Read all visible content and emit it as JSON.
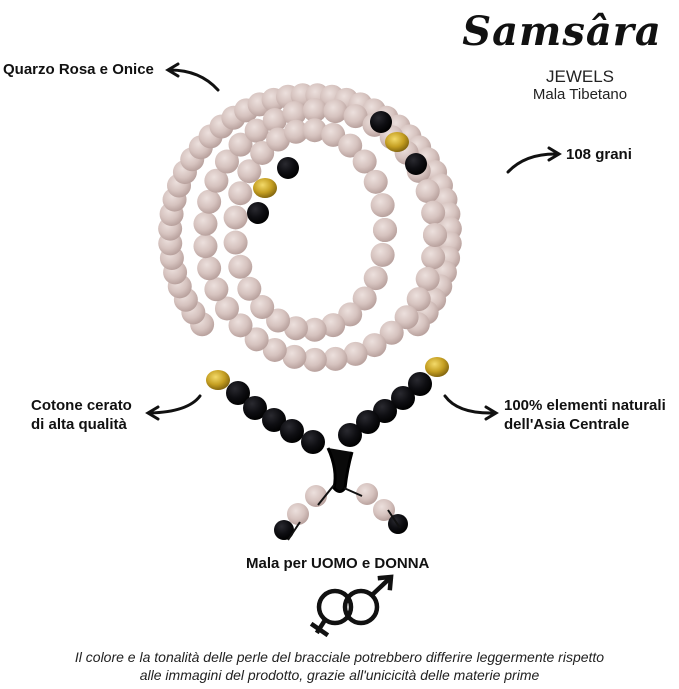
{
  "brand": {
    "name": "Samsâra",
    "line1": "JEWELS",
    "line2": "Mala Tibetano"
  },
  "callouts": {
    "material": "Quarzo Rosa e Onice",
    "count": "108 grani",
    "cord_line1": "Cotone cerato",
    "cord_line2": "di alta qualità",
    "origin_line1": "100% elementi naturali",
    "origin_line2": "dell'Asia Centrale",
    "audience": "Mala per UOMO e DONNA"
  },
  "icons": {
    "gender": "male-female-symbol-icon",
    "arrows": "curved-arrow-icon"
  },
  "disclaimer": {
    "line1": "Il colore e la tonalità delle perle del bracciale potrebbero differire leggermente rispetto",
    "line2": "alle immagini del prodotto, grazie all'unicicità delle materie prime"
  },
  "colors": {
    "rose_quartz": "#d8c6c2",
    "rose_quartz_shadow": "#bfaaa6",
    "onyx": "#0d0d10",
    "gold": "#b8941f",
    "gold_light": "#e2c24a",
    "text": "#111111",
    "background": "#ffffff"
  }
}
